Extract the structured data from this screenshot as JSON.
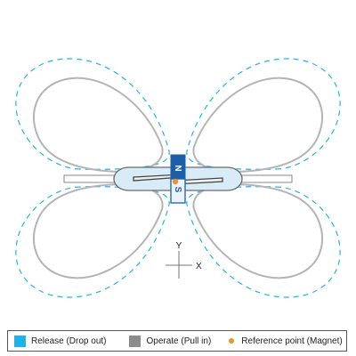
{
  "magnet": {
    "north_label": "N",
    "south_label": "S"
  },
  "axes": {
    "y_label": "Y",
    "x_label": "X"
  },
  "legend": {
    "release": {
      "label": "Release (Drop out)",
      "color": "#1eb4ea"
    },
    "operate": {
      "label": "Operate (Pull in)",
      "color": "#8c8c8c"
    },
    "reference": {
      "label": "Reference point (Magnet)",
      "color": "#f0922b"
    }
  },
  "colors": {
    "release_curve": "#1eb4ea",
    "operate_curve": "#b4b4b4",
    "magnet": "#1d5ea8",
    "glass": "#d8ecf8"
  }
}
